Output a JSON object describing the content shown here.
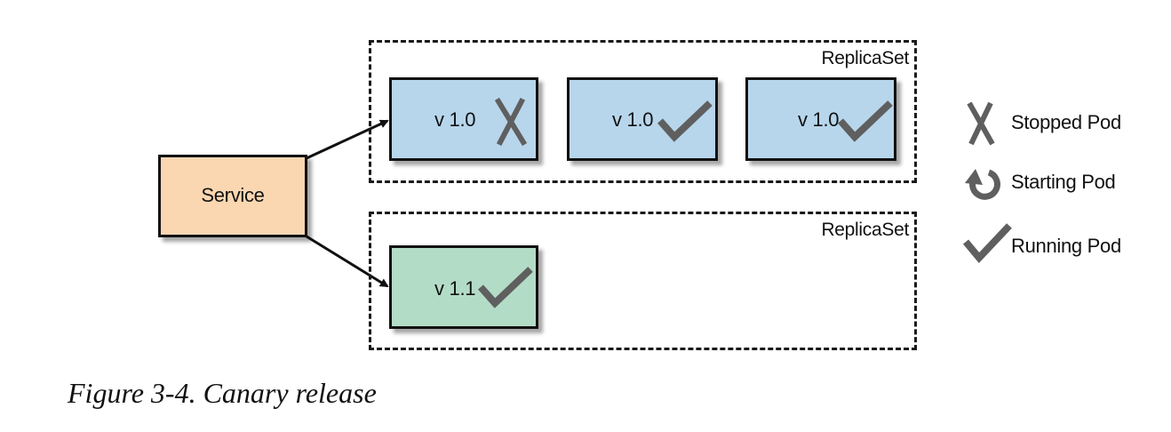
{
  "diagram": {
    "service": {
      "label": "Service"
    },
    "replicasets": [
      {
        "label": "ReplicaSet",
        "pods": [
          {
            "version": "v 1.0",
            "status": "stopped"
          },
          {
            "version": "v 1.0",
            "status": "running"
          },
          {
            "version": "v 1.0",
            "status": "running"
          }
        ]
      },
      {
        "label": "ReplicaSet",
        "pods": [
          {
            "version": "v 1.1",
            "status": "running"
          }
        ]
      }
    ],
    "legend": [
      {
        "icon": "x-icon",
        "label": "Stopped Pod"
      },
      {
        "icon": "refresh-icon",
        "label": "Starting Pod"
      },
      {
        "icon": "check-icon",
        "label": "Running Pod"
      }
    ],
    "colors": {
      "service": "#fad7b1",
      "pod_old": "#b7d6ec",
      "pod_new": "#b3dcc7",
      "icon": "#5f5f5f"
    }
  },
  "caption": "Figure 3-4. Canary release"
}
